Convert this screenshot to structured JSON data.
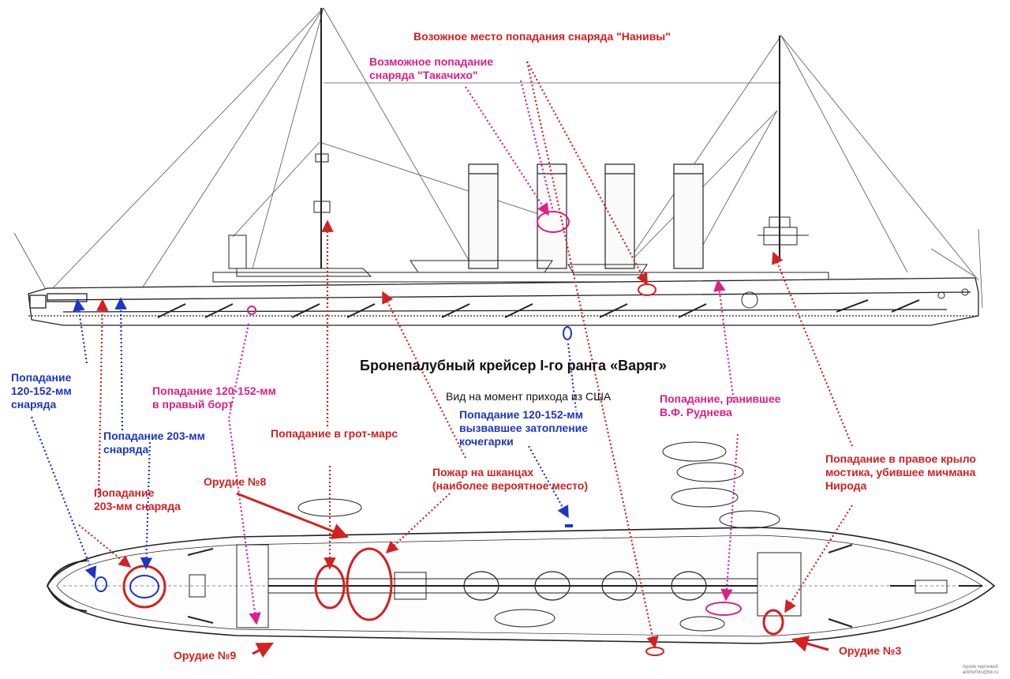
{
  "title": "Бронепалубный крейсер I-го ранга «Варяг»",
  "subtitle": "Вид на момент прихода из США",
  "credit": [
    "Архив чертежей",
    "arkhivfoto@bk.ru"
  ],
  "colors": {
    "red": "#d42020",
    "blue": "#1c35c8",
    "pink": "#dd1f86",
    "ink": "#222222"
  },
  "annotations": {
    "naniwa": "Возожное место попадания снаряда \"Нанивы\"",
    "takachiho": [
      "Возможное попадание",
      "снаряда \"Такачихо\""
    ],
    "hit_120_152_blue": [
      "Попадание",
      "120-152-мм",
      "снаряда"
    ],
    "hit_203_blue": [
      "Попадание 203-мм",
      "снаряда"
    ],
    "hit_203_red": [
      "Попадание",
      "203-мм снаряда"
    ],
    "hit_starboard": [
      "Попадание 120-152-мм",
      "в правый борт"
    ],
    "hit_mainmast_top": "Попадание в грот-марс",
    "gun8": "Орудие №8",
    "gun9": "Орудие №9",
    "gun3": "Орудие №3",
    "fire_quarterdeck": [
      "Пожар на шканцах",
      "(наиболее вероятное место)"
    ],
    "hit_flooding": [
      "Попадание 120-152-мм",
      "вызвавшее затопление",
      "кочегарки"
    ],
    "hit_rudnev": [
      "Попадание, ранившее",
      "В.Ф. Руднева"
    ],
    "hit_bridge": [
      "Попадание в правое крыло",
      "мостика, убившее мичмана",
      "Нирода"
    ]
  }
}
